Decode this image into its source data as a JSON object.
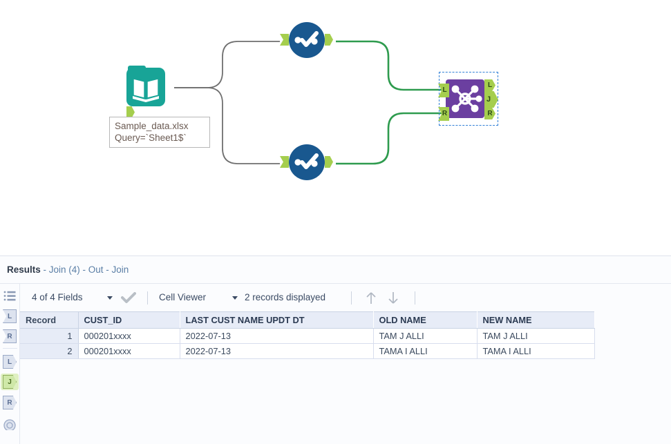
{
  "canvas": {
    "nodes": [
      {
        "id": "input-data",
        "type": "input-data-tool",
        "icon": "open-book-icon",
        "color": "#18A497"
      },
      {
        "id": "select-top",
        "type": "select-tool",
        "icon": "select-check-icon",
        "color": "#19588F"
      },
      {
        "id": "select-bottom",
        "type": "select-tool",
        "icon": "select-check-icon",
        "color": "#19588F"
      },
      {
        "id": "join",
        "type": "join-tool",
        "icon": "join-nodes-icon",
        "color": "#6B3FA0",
        "selected": true
      }
    ],
    "input_label": {
      "line1": "Sample_data.xlsx",
      "line2": "Query=`Sheet1$`"
    },
    "join_anchors": {
      "inputs": [
        "L",
        "R"
      ],
      "outputs": [
        "L",
        "J",
        "R"
      ]
    },
    "wire_colors": {
      "inactive": "#6f6f6f",
      "active": "#2E9B4E"
    },
    "selection_color": "#2f7fd6"
  },
  "results": {
    "title_bold": "Results",
    "title_rest": " - Join (4) - Out - Join",
    "rail": {
      "items": [
        {
          "name": "list-icon",
          "label": ""
        },
        {
          "name": "input-anchor-l",
          "label": "L",
          "kind": "in"
        },
        {
          "name": "input-anchor-r",
          "label": "R",
          "kind": "in"
        },
        {
          "name": "output-anchor-l",
          "label": "L",
          "kind": "out"
        },
        {
          "name": "output-anchor-j",
          "label": "J",
          "kind": "out",
          "selected": true
        },
        {
          "name": "output-anchor-r",
          "label": "R",
          "kind": "out"
        }
      ]
    },
    "toolbar": {
      "fields_label": "4 of 4 Fields",
      "check_icon": "checkmark-icon",
      "viewer_label": "Cell Viewer",
      "records_label": "2 records displayed",
      "up_arrow": "↑",
      "down_arrow": "↓"
    },
    "grid": {
      "columns": [
        "Record",
        "CUST_ID",
        "LAST CUST NAME UPDT DT",
        "OLD NAME",
        "NEW NAME"
      ],
      "rows": [
        {
          "record": "1",
          "cust_id": "000201xxxx",
          "updt_dt": "2022-07-13",
          "old_name": "TAM J ALLI",
          "new_name": "TAM J ALLI"
        },
        {
          "record": "2",
          "cust_id": "000201xxxx",
          "updt_dt": "2022-07-13",
          "old_name": "TAMA I ALLI",
          "new_name": "TAMA I ALLI"
        }
      ]
    }
  }
}
